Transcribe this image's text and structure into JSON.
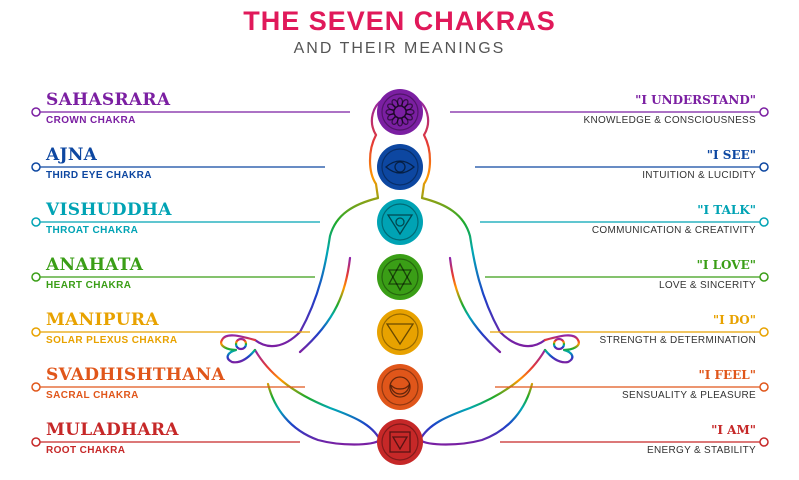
{
  "header": {
    "title": "THE SEVEN CHAKRAS",
    "subtitle": "AND THEIR MEANINGS",
    "title_color": "#e0195a"
  },
  "chakras": [
    {
      "name": "SAHASRARA",
      "sub": "CROWN CHAKRA",
      "quote": "\"I UNDERSTAND\"",
      "meaning": "KNOWLEDGE & CONSCIOUSNESS",
      "color": "#7b1fa2",
      "symbol": "lotus-icon"
    },
    {
      "name": "AJNA",
      "sub": "THIRD EYE CHAKRA",
      "quote": "\"I SEE\"",
      "meaning": "INTUITION & LUCIDITY",
      "color": "#0d47a1",
      "symbol": "eye-icon"
    },
    {
      "name": "VISHUDDHA",
      "sub": "THROAT CHAKRA",
      "quote": "\"I TALK\"",
      "meaning": "COMMUNICATION & CREATIVITY",
      "color": "#00a3b4",
      "symbol": "triangle-icon"
    },
    {
      "name": "ANAHATA",
      "sub": "HEART CHAKRA",
      "quote": "\"I LOVE\"",
      "meaning": "LOVE & SINCERITY",
      "color": "#3a9e16",
      "symbol": "hexagram-icon"
    },
    {
      "name": "MANIPURA",
      "sub": "SOLAR PLEXUS CHAKRA",
      "quote": "\"I DO\"",
      "meaning": "STRENGTH & DETERMINATION",
      "color": "#e8a200",
      "symbol": "triangle-down-icon"
    },
    {
      "name": "SVADHISHTHANA",
      "sub": "SACRAL CHAKRA",
      "quote": "\"I FEEL\"",
      "meaning": "SENSUALITY & PLEASURE",
      "color": "#e0561a",
      "symbol": "crescent-icon"
    },
    {
      "name": "MULADHARA",
      "sub": "ROOT CHAKRA",
      "quote": "\"I AM\"",
      "meaning": "ENERGY & STABILITY",
      "color": "#c62828",
      "symbol": "square-icon"
    }
  ]
}
